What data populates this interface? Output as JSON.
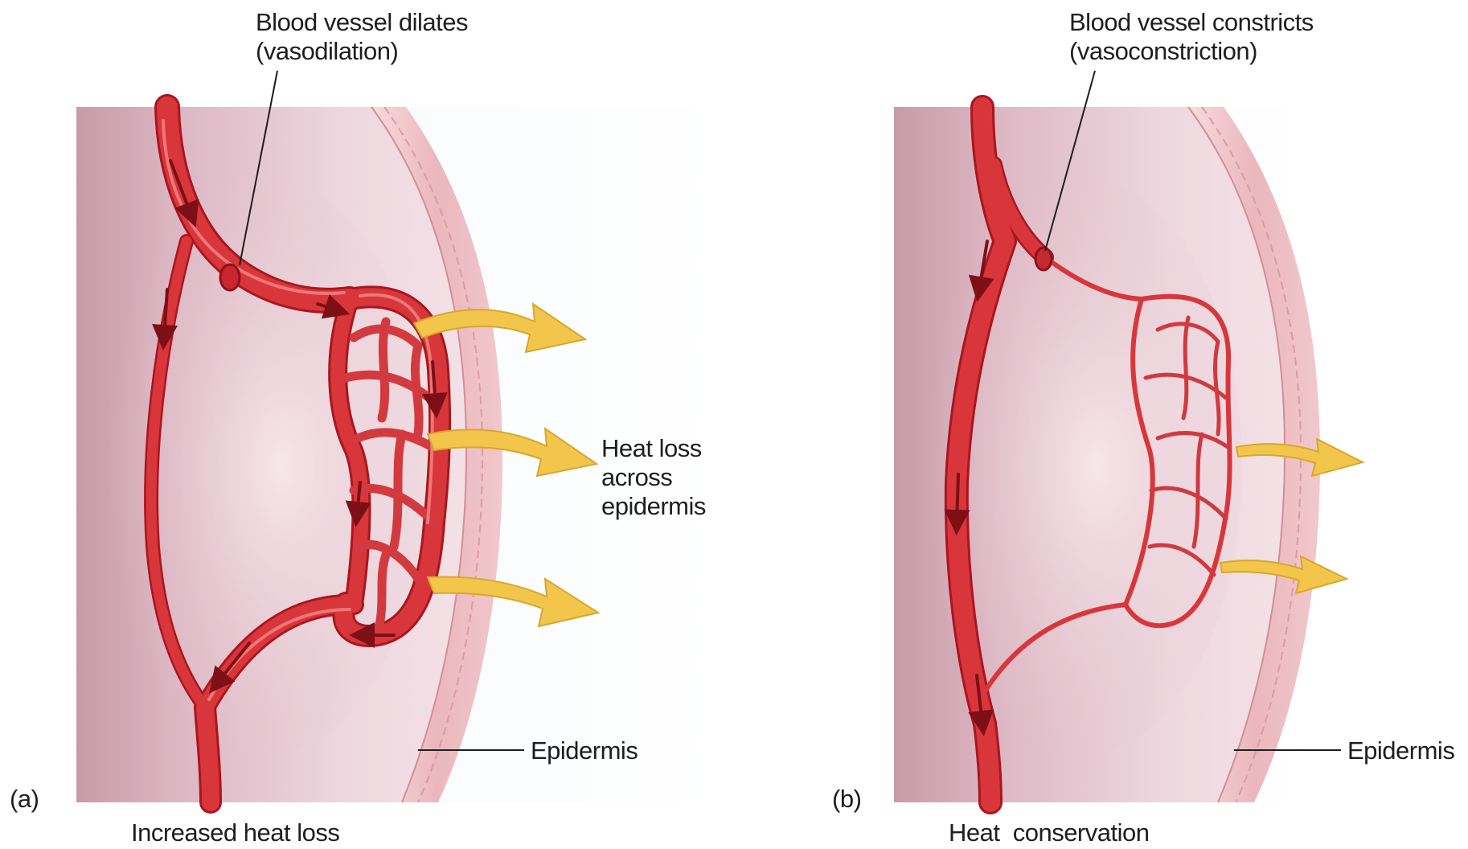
{
  "panel_a": {
    "letter": "(a)",
    "vessel_label": [
      "Blood vessel dilates",
      "(vasodilation)"
    ],
    "heat_label": [
      "Heat loss",
      "across",
      "epidermis"
    ],
    "epidermis_label": "Epidermis",
    "caption": "Increased heat loss"
  },
  "panel_b": {
    "letter": "(b)",
    "vessel_label": [
      "Blood vessel constricts",
      "(vasoconstriction)"
    ],
    "epidermis_label": "Epidermis",
    "caption": "Heat  conservation"
  },
  "colors": {
    "dermis": "#e7ccd4",
    "dermis_dark": "#c99aa8",
    "epidermis": "#efc3c6",
    "vessel": "#d8363b",
    "vessel_dark": "#a9161f",
    "heat_arrow": "#f2c64a"
  }
}
